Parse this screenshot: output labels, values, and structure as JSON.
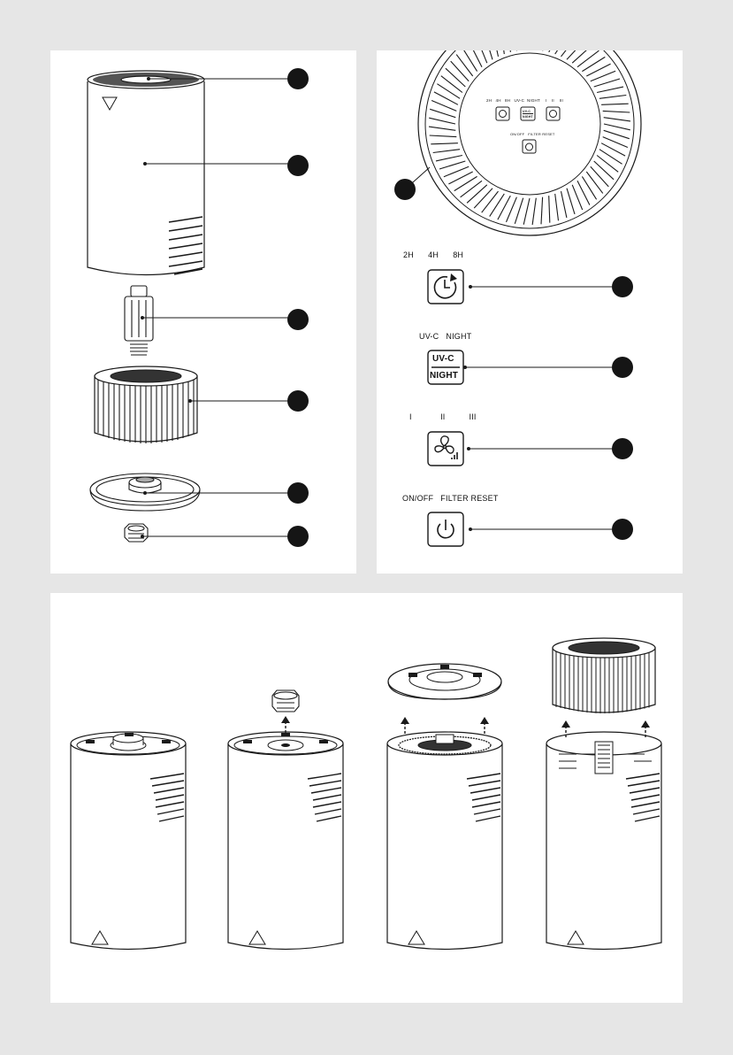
{
  "controls": {
    "timer": {
      "label": "2H      4H      8H",
      "icon": "clock-icon"
    },
    "mode": {
      "label": "UV-C   NIGHT",
      "button_top": "UV-C",
      "button_bottom": "NIGHT"
    },
    "speed": {
      "label": "I            II          III",
      "icon": "fan-icon"
    },
    "power": {
      "label": "ON/OFF   FILTER RESET",
      "icon": "power-icon"
    }
  },
  "mini_panel": {
    "labels": "2H   4H   8H   UV-C  NIGHT    I    II    III",
    "button_top": "UV-C",
    "button_bottom": "NIGHT",
    "power_label": "ON/OFF   FILTER RESET"
  },
  "colors": {
    "background": "#e6e6e6",
    "panel": "#ffffff",
    "callout": "#151515",
    "line": "#1a1a1a"
  }
}
